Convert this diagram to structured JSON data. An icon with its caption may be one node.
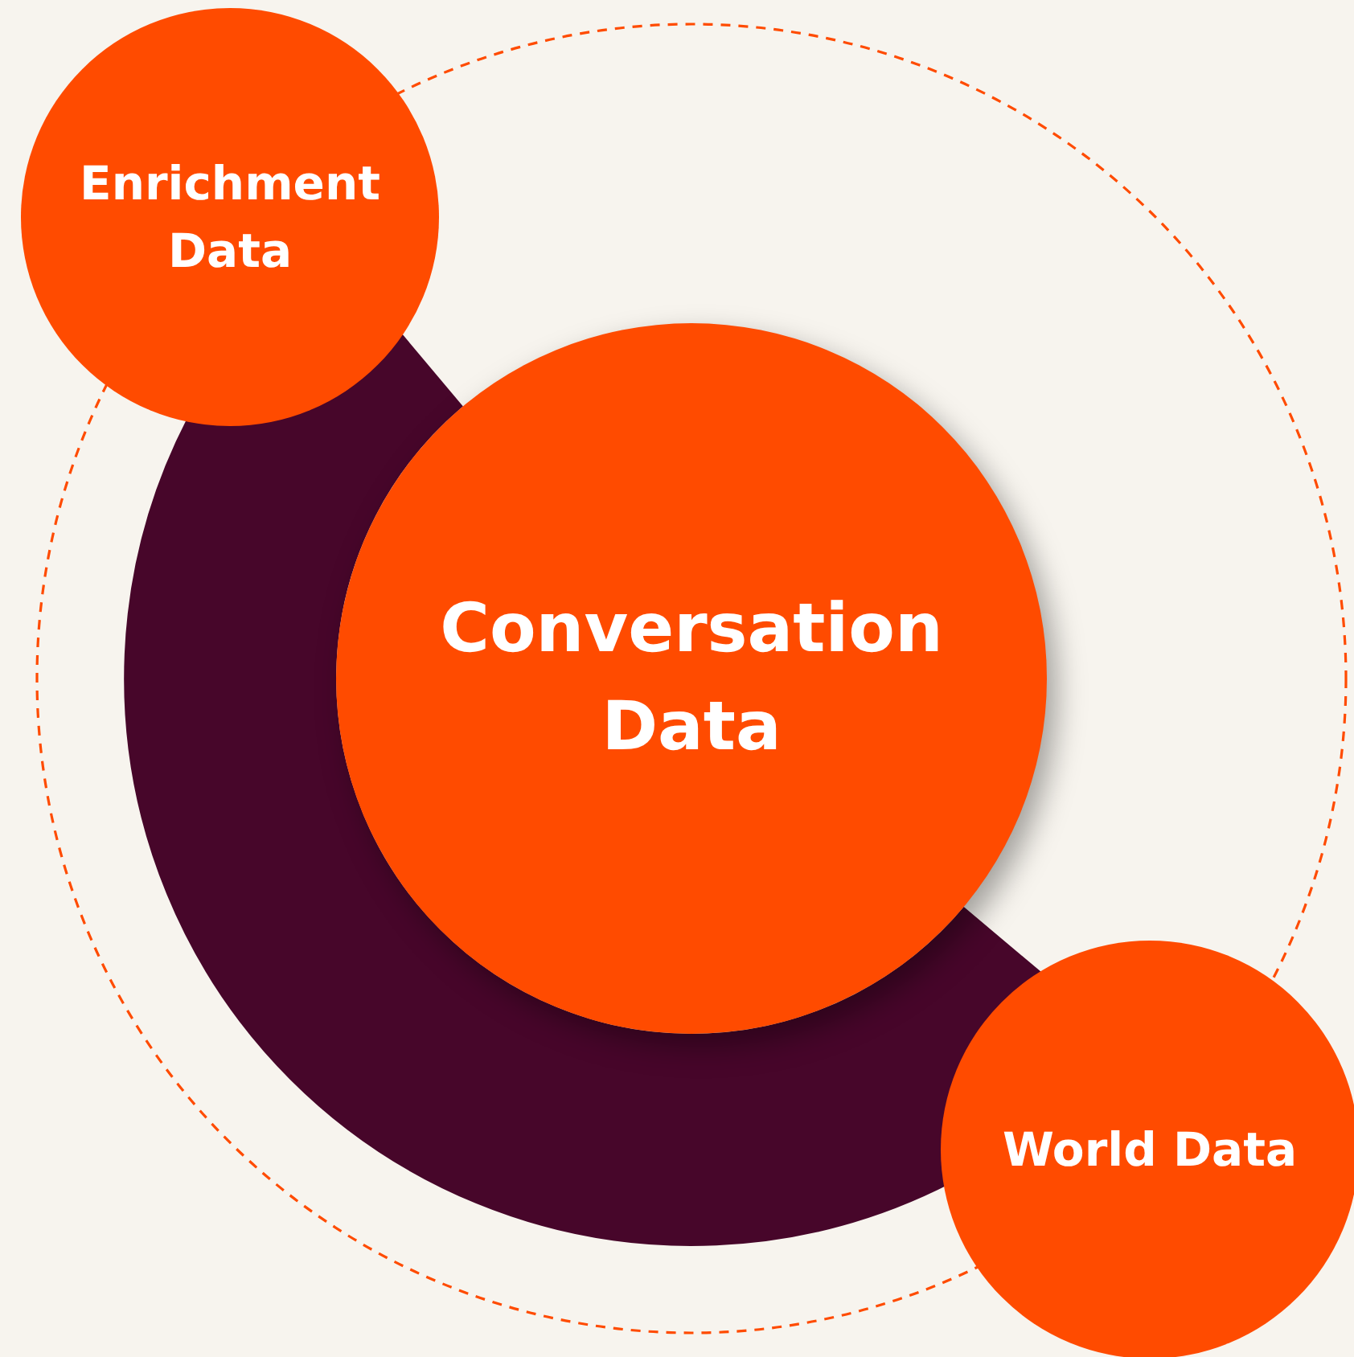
{
  "diagram": {
    "nodes": [
      {
        "text": [
          "Enrichment Data"
        ]
      },
      {
        "text": [
          "Conversation Data"
        ]
      },
      {
        "text": [
          "World Data"
        ]
      }
    ]
  }
}
